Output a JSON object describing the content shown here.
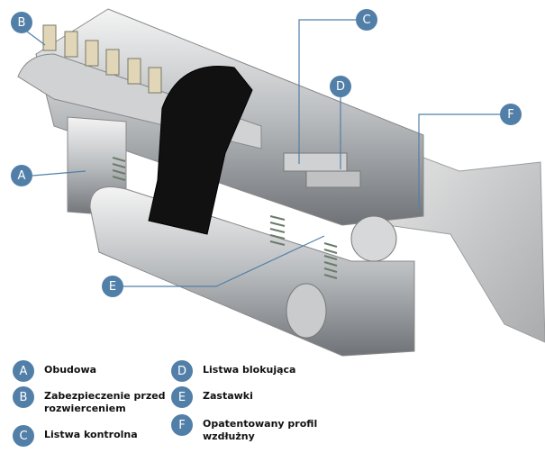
{
  "callouts": [
    {
      "letter": "A",
      "label": "Obudowa"
    },
    {
      "letter": "B",
      "label": "Zabezpieczenie przed rozwierceniem"
    },
    {
      "letter": "C",
      "label": "Listwa kontrolna"
    },
    {
      "letter": "D",
      "label": "Listwa blokująca"
    },
    {
      "letter": "E",
      "label": "Zastawki"
    },
    {
      "letter": "F",
      "label": "Opatentowany profil wzdłużny"
    }
  ],
  "colors": {
    "badge": "#527fa8",
    "leader": "#527fa8"
  }
}
